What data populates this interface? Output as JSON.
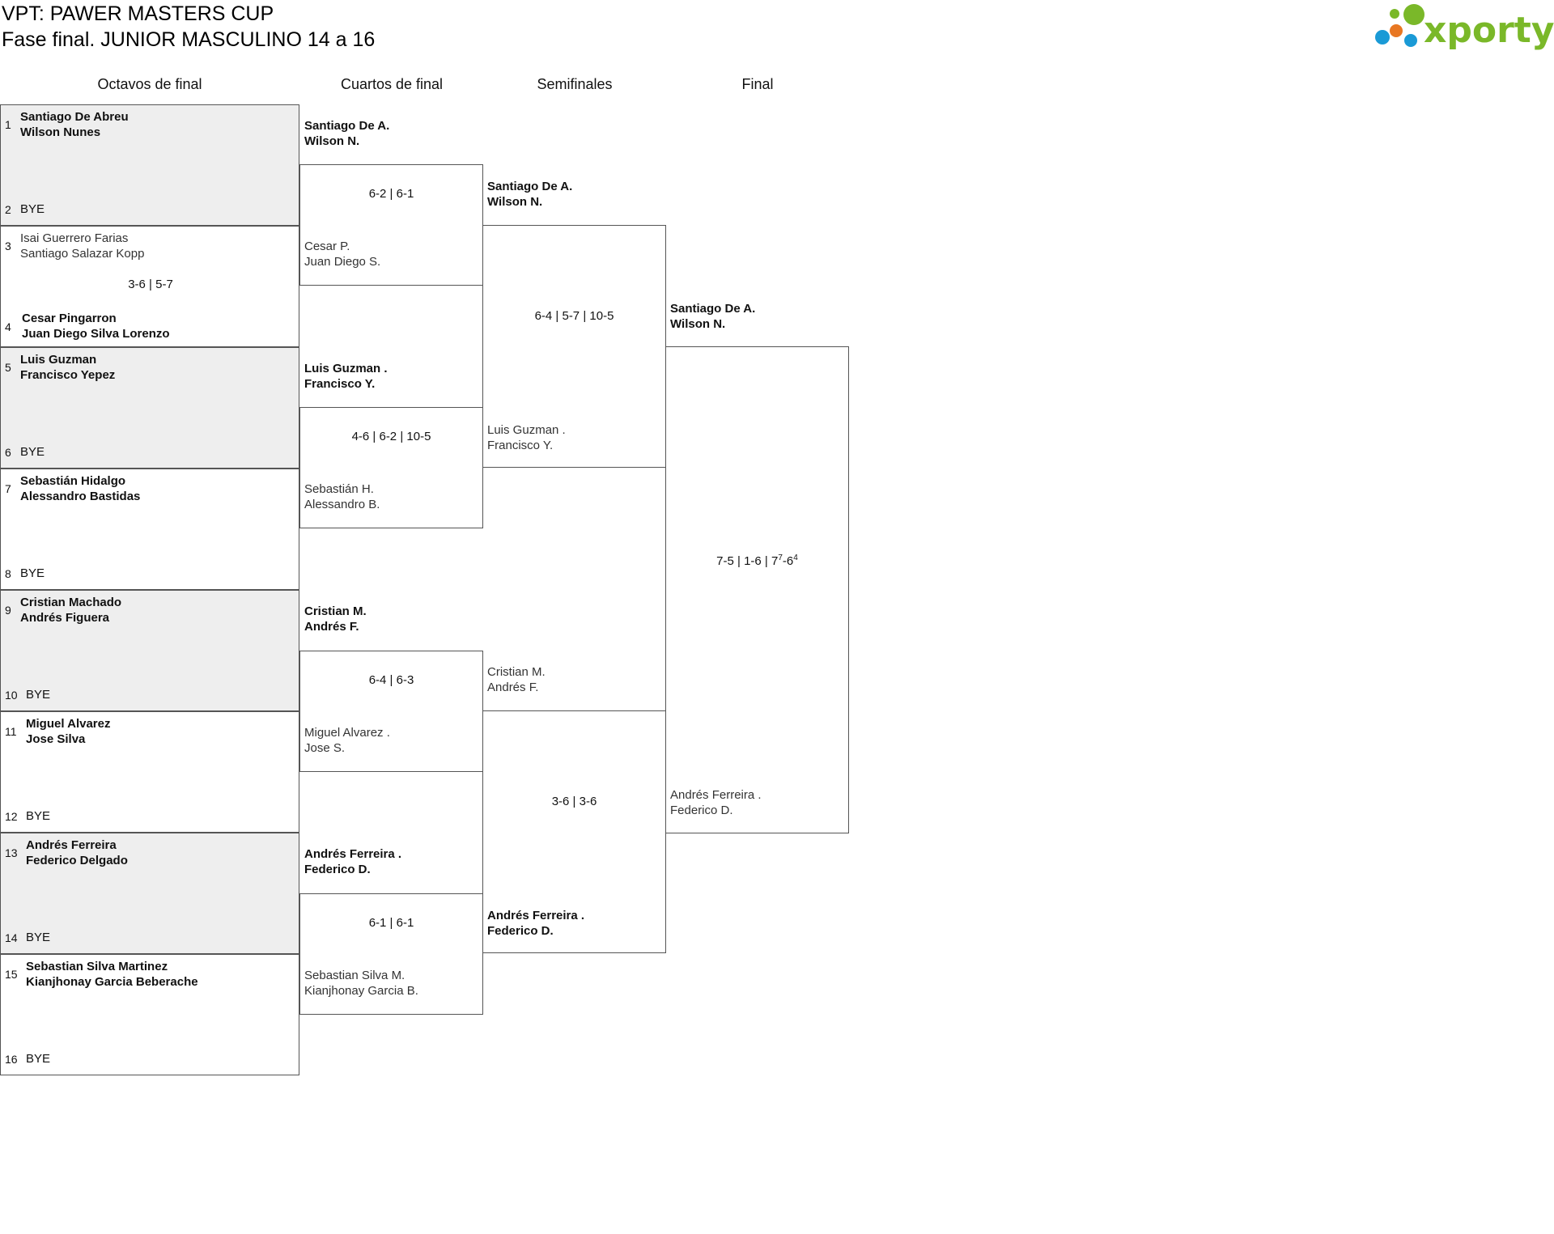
{
  "header": {
    "title": "VPT: PAWER MASTERS CUP",
    "subtitle": "Fase final. JUNIOR MASCULINO 14 a 16",
    "brand": "xporty"
  },
  "rounds": [
    "Octavos de final",
    "Cuartos de final",
    "Semifinales",
    "Final"
  ],
  "r16": [
    {
      "s1": "1",
      "a1": "Santiago De Abreu",
      "b1": "Wilson Nunes",
      "s2": "2",
      "a2": "BYE",
      "b2": "",
      "score": ""
    },
    {
      "s1": "3",
      "a1": "Isai Guerrero Farias",
      "b1": "Santiago Salazar Kopp",
      "s2": "4",
      "a2": "Cesar Pingarron",
      "b2": "Juan Diego Silva Lorenzo",
      "score": "3-6 | 5-7"
    },
    {
      "s1": "5",
      "a1": "Luis Guzman",
      "b1": "Francisco Yepez",
      "s2": "6",
      "a2": "BYE",
      "b2": "",
      "score": ""
    },
    {
      "s1": "7",
      "a1": "Sebastián Hidalgo",
      "b1": "Alessandro Bastidas",
      "s2": "8",
      "a2": "BYE",
      "b2": "",
      "score": ""
    },
    {
      "s1": "9",
      "a1": "Cristian Machado",
      "b1": "Andrés Figuera",
      "s2": "10",
      "a2": "BYE",
      "b2": "",
      "score": ""
    },
    {
      "s1": "11",
      "a1": "Miguel Alvarez",
      "b1": "Jose Silva",
      "s2": "12",
      "a2": "BYE",
      "b2": "",
      "score": ""
    },
    {
      "s1": "13",
      "a1": "Andrés Ferreira",
      "b1": "Federico Delgado",
      "s2": "14",
      "a2": "BYE",
      "b2": "",
      "score": ""
    },
    {
      "s1": "15",
      "a1": "Sebastian Silva Martinez",
      "b1": "Kianjhonay Garcia Beberache",
      "s2": "16",
      "a2": "BYE",
      "b2": "",
      "score": ""
    }
  ],
  "qf": [
    {
      "a1": "Santiago De A.",
      "b1": "Wilson N.",
      "a2": "Cesar P.",
      "b2": "Juan Diego S.",
      "score": "6-2 | 6-1"
    },
    {
      "a1": "Luis Guzman .",
      "b1": "Francisco Y.",
      "a2": "Sebastián H.",
      "b2": "Alessandro B.",
      "score": "4-6 | 6-2 | 10-5"
    },
    {
      "a1": "Cristian M.",
      "b1": "Andrés F.",
      "a2": "Miguel Alvarez .",
      "b2": "Jose S.",
      "score": "6-4 | 6-3"
    },
    {
      "a1": "Andrés Ferreira .",
      "b1": "Federico D.",
      "a2": "Sebastian Silva M.",
      "b2": "Kianjhonay Garcia B.",
      "score": "6-1 | 6-1"
    }
  ],
  "sf": [
    {
      "a1": "Santiago De A.",
      "b1": "Wilson N.",
      "a2": "Luis Guzman .",
      "b2": "Francisco Y.",
      "score": "6-4 | 5-7 | 10-5"
    },
    {
      "a1": "Cristian M.",
      "b1": "Andrés F.",
      "a2": "Andrés Ferreira .",
      "b2": "Federico D.",
      "score": "3-6 | 3-6"
    }
  ],
  "final": {
    "a1": "Santiago De A.",
    "b1": "Wilson N.",
    "a2": "Andrés Ferreira .",
    "b2": "Federico D.",
    "score_main": "7-5 | 1-6 | 7",
    "sup1": "7",
    "dash": "-6",
    "sup2": "4"
  }
}
